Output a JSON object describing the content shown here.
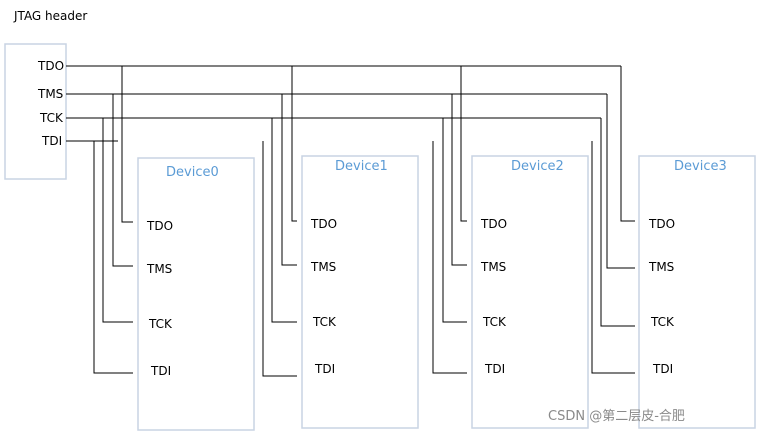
{
  "header": {
    "title": "JTAG header",
    "pins": [
      "TDO",
      "TMS",
      "TCK",
      "TDI"
    ]
  },
  "devices": [
    {
      "name": "Device0",
      "pins": [
        "TDO",
        "TMS",
        "TCK",
        "TDI"
      ]
    },
    {
      "name": "Device1",
      "pins": [
        "TDO",
        "TMS",
        "TCK",
        "TDI"
      ]
    },
    {
      "name": "Device2",
      "pins": [
        "TDO",
        "TMS",
        "TCK",
        "TDI"
      ]
    },
    {
      "name": "Device3",
      "pins": [
        "TDO",
        "TMS",
        "TCK",
        "TDI"
      ]
    }
  ],
  "watermark": "CSDN @第二层皮-合肥",
  "colors": {
    "device_title": "#5b9bd5",
    "box_border": "#c8d4e3",
    "wire": "#000000"
  }
}
